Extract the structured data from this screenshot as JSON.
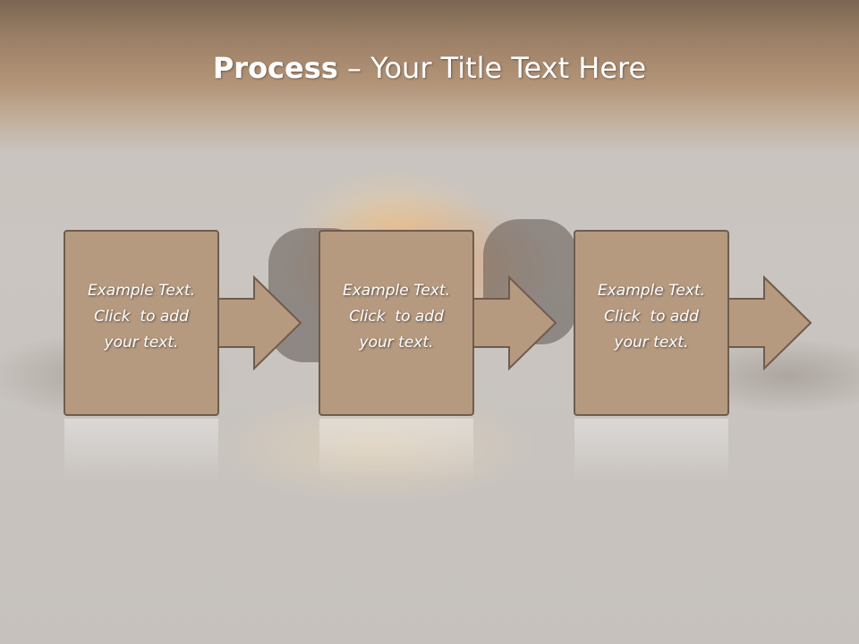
{
  "slide": {
    "title_bold": "Process",
    "title_separator": " – ",
    "title_rest": "Your Title Text Here"
  },
  "steps": [
    {
      "lines": [
        "Example Text.",
        "Click  to add",
        "your text."
      ]
    },
    {
      "lines": [
        "Example Text.",
        "Click  to add",
        "your text."
      ]
    },
    {
      "lines": [
        "Example Text.",
        "Click  to add",
        "your text."
      ]
    }
  ],
  "colors": {
    "box_fill": "#b59a80",
    "box_stroke": "#6f5c4d",
    "title_text": "#ffffff"
  }
}
